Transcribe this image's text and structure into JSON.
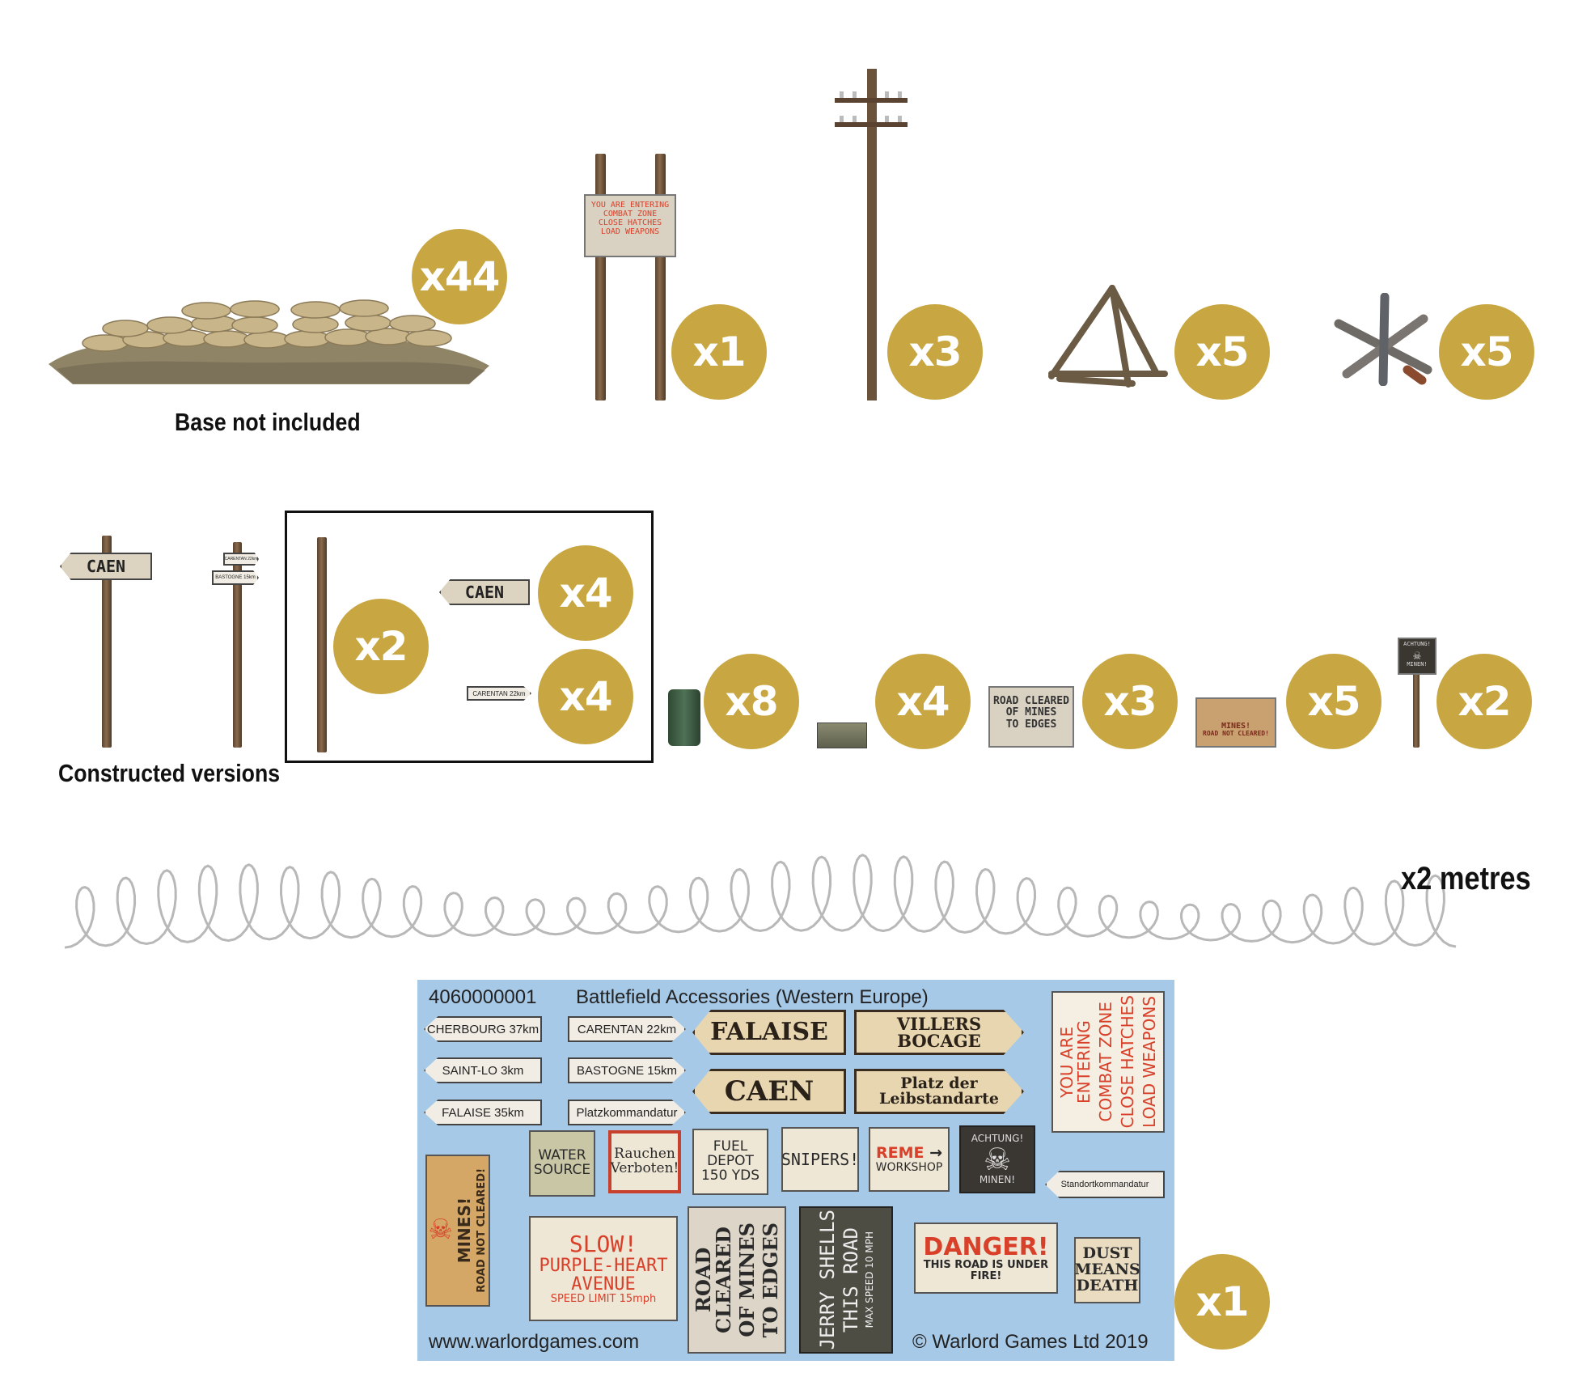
{
  "row1": {
    "sandbags": {
      "qty": "x44",
      "caption": "Base not included"
    },
    "warning_sign": {
      "qty": "x1",
      "lines": [
        "YOU ARE ENTERING",
        "COMBAT ZONE",
        "CLOSE HATCHES",
        "LOAD WEAPONS"
      ]
    },
    "telegraph_pole": {
      "qty": "x3"
    },
    "tank_trap_tripod": {
      "qty": "x5"
    },
    "czech_hedgehog": {
      "qty": "x5"
    }
  },
  "row2": {
    "caption": "Constructed versions",
    "signpost_caen": "CAEN",
    "signpost_small_top": "CARENTAN 22km",
    "signpost_small_bottom": "BASTOGNE 15km",
    "pole_qty": "x2",
    "caen_arrow": {
      "label": "CAEN",
      "qty": "x4"
    },
    "small_arrow": {
      "label": "CARENTAN 22km",
      "qty": "x4"
    },
    "fuel_drum": {
      "qty": "x8"
    },
    "ammo_crate": {
      "qty": "x4"
    },
    "road_cleared_sign": {
      "lines": [
        "ROAD CLEARED",
        "OF MINES",
        "TO EDGES"
      ],
      "qty": "x3"
    },
    "mines_sign": {
      "lines": [
        "MINES!",
        "ROAD NOT CLEARED!"
      ],
      "qty": "x5"
    },
    "achtung_sign": {
      "lines": [
        "ACHTUNG!",
        "MINEN!"
      ],
      "qty": "x2"
    }
  },
  "wire": {
    "qty": "x2 metres"
  },
  "decal_sheet": {
    "code": "4060000001",
    "title": "Battlefield Accessories (Western Europe)",
    "website": "www.warlordgames.com",
    "copyright": "© Warlord Games Ltd 2019",
    "qty": "x1",
    "small_arrows": [
      "CHERBOURG 37km",
      "CARENTAN 22km",
      "SAINT-LO 3km",
      "BASTOGNE 15km",
      "FALAISE 35km",
      "Platzkommandatur"
    ],
    "big_arrows": [
      "FALAISE",
      "VILLERS\nBOCAGE",
      "CAEN",
      "Platz der\nLeibstandarte"
    ],
    "vertical_warning": [
      "YOU ARE ENTERING",
      "COMBAT ZONE",
      "CLOSE HATCHES",
      "LOAD WEAPONS"
    ],
    "water_source": "WATER\nSOURCE",
    "rauchen": "Rauchen\nVerboten!",
    "fuel_depot": "FUEL DEPOT\n150 YDS",
    "snipers": "SNIPERS!",
    "reme": "REME",
    "workshop": "WORKSHOP",
    "achtung": "ACHTUNG!",
    "minen": "MINEN!",
    "standort": "Standortkommandatur",
    "mines_vertical": "MINES!",
    "road_not_cleared": "ROAD NOT CLEARED!",
    "slow": "SLOW!",
    "purple_heart": "PURPLE-HEART",
    "avenue": "AVENUE",
    "speed_limit": "SPEED LIMIT 15mph",
    "road_cleared_vertical": [
      "ROAD CLEARED",
      "OF MINES",
      "TO EDGES"
    ],
    "jerry": [
      "JERRY SHELLS",
      "THIS ROAD",
      "MAX SPEED 10 MPH"
    ],
    "danger": "DANGER!",
    "under_fire": "THIS ROAD IS UNDER FIRE!",
    "dust": "DUST\nMEANS\nDEATH"
  },
  "colors": {
    "badge": "#c8a743",
    "sheet": "#a7c9e8",
    "post_wood": "#6b523b",
    "warning_red": "#d8402a"
  }
}
